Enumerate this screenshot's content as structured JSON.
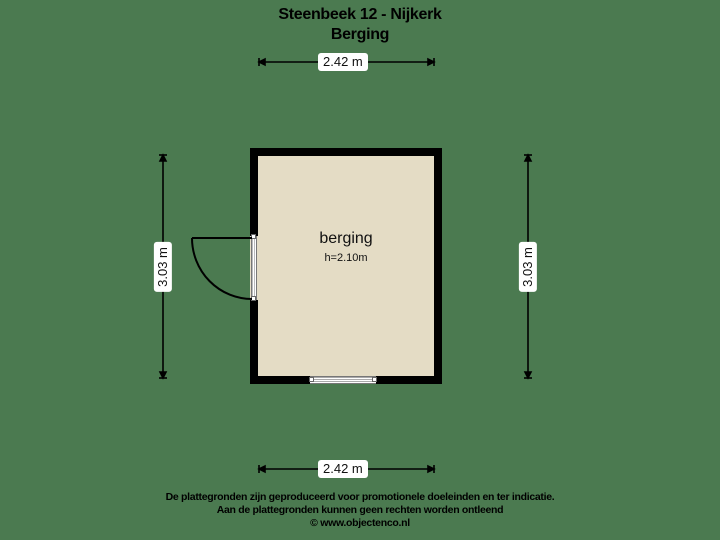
{
  "header": {
    "title": "Steenbeek 12 - Nijkerk",
    "subtitle": "Berging"
  },
  "dimensions": {
    "top_width": "2.42 m",
    "bottom_width": "2.42 m",
    "left_depth": "3.03 m",
    "right_depth": "3.03 m"
  },
  "room": {
    "name": "berging",
    "height": "h=2.10m"
  },
  "footer": {
    "line1": "De plattegronden zijn geproduceerd voor promotionele doeleinden en ter indicatie.",
    "line2": "Aan de plattegronden kunnen geen rechten worden ontleend",
    "line3": "© www.objectenco.nl"
  },
  "colors": {
    "background": "#4b7a50",
    "floor": "#e4dcc5",
    "wall": "#000000",
    "label_bg": "#ffffff"
  }
}
